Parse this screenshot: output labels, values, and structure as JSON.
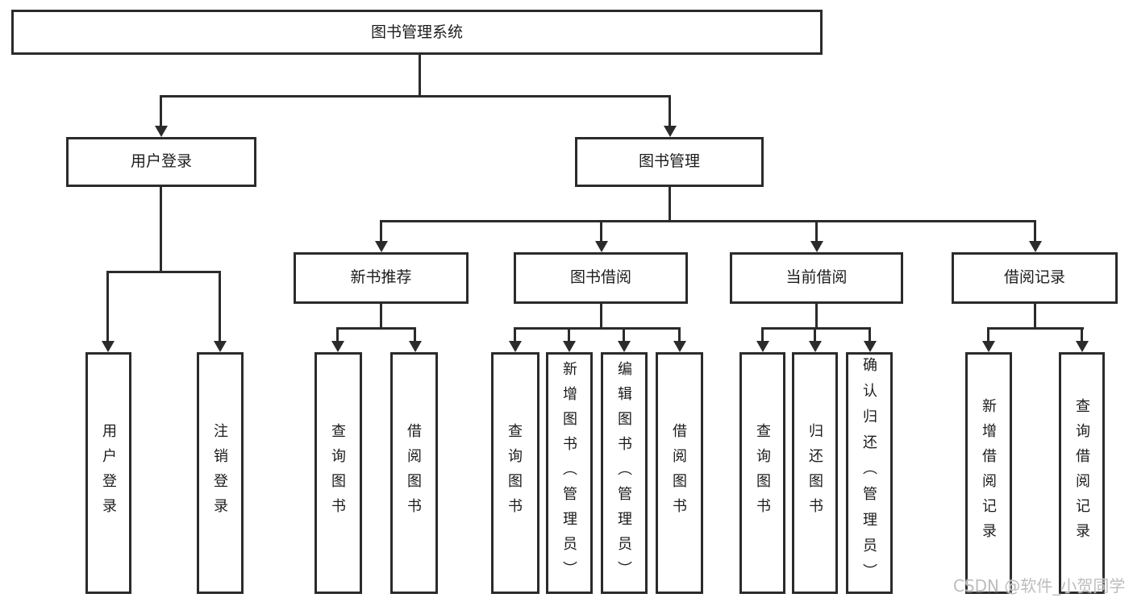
{
  "page": {
    "background": "#ffffff"
  },
  "colors": {
    "line": "#2b2b2b",
    "text": "#1c1c1c",
    "watermark": "#bdbdbd"
  },
  "tree": {
    "root": {
      "label": "图书管理系统"
    },
    "branches": [
      {
        "label": "用户登录",
        "children": [
          {
            "label": "用户登录"
          },
          {
            "label": "注销登录"
          }
        ]
      },
      {
        "label": "图书管理",
        "children": [
          {
            "label": "新书推荐",
            "children": [
              {
                "label": "查询图书"
              },
              {
                "label": "借阅图书"
              }
            ]
          },
          {
            "label": "图书借阅",
            "children": [
              {
                "label": "查询图书"
              },
              {
                "label": "新增图书（管理员）"
              },
              {
                "label": "编辑图书（管理员）"
              },
              {
                "label": "借阅图书"
              }
            ]
          },
          {
            "label": "当前借阅",
            "children": [
              {
                "label": "查询图书"
              },
              {
                "label": "归还图书"
              },
              {
                "label": "确认归还（管理员）"
              }
            ]
          },
          {
            "label": "借阅记录",
            "children": [
              {
                "label": "新增借阅记录"
              },
              {
                "label": "查询借阅记录"
              }
            ]
          }
        ]
      }
    ]
  },
  "watermark": {
    "text": "CSDN @软件_小贺同学"
  }
}
